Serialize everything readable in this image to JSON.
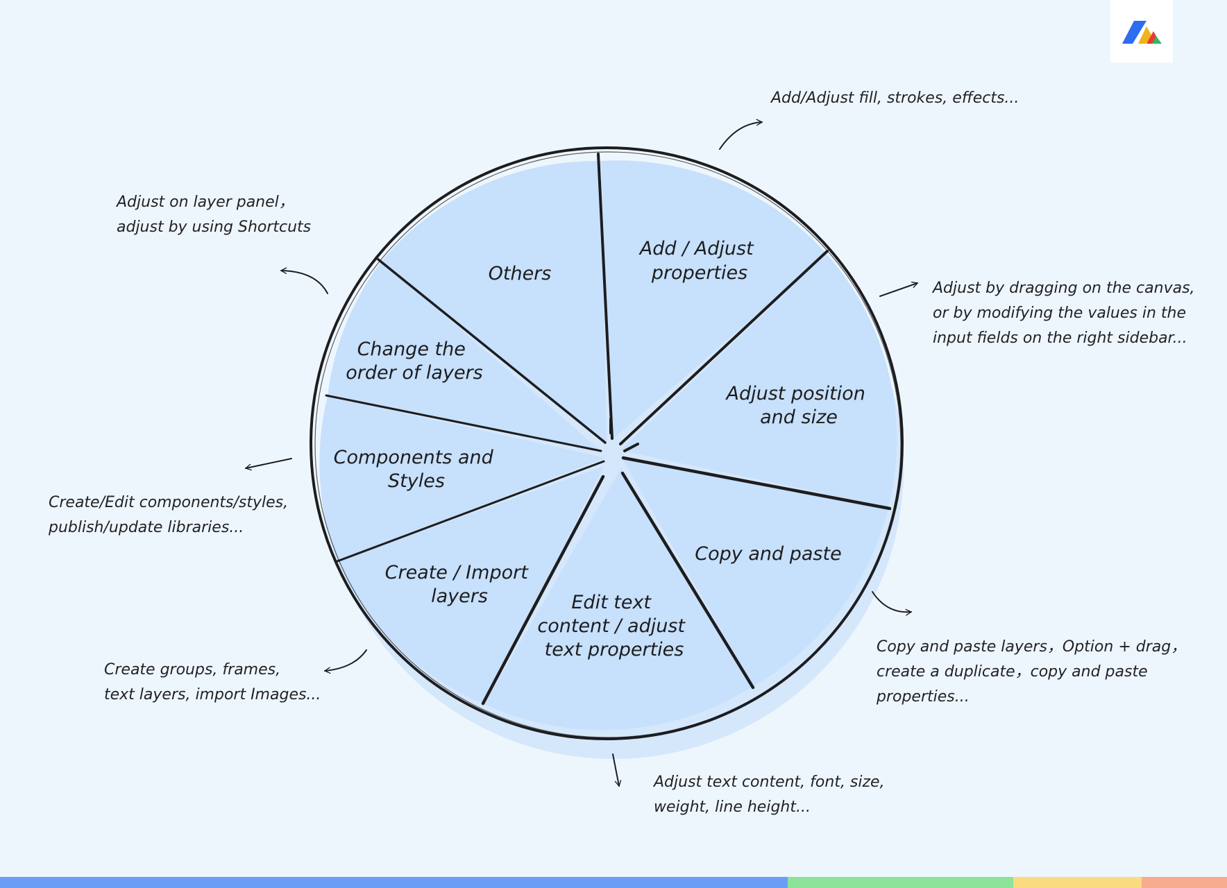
{
  "diagram": {
    "segments": [
      {
        "id": "add-adjust-properties",
        "lines": [
          "Add / Adjust",
          "properties"
        ]
      },
      {
        "id": "adjust-position-size",
        "lines": [
          "Adjust position",
          "and size"
        ]
      },
      {
        "id": "copy-paste",
        "lines": [
          "Copy and paste"
        ]
      },
      {
        "id": "edit-text",
        "lines": [
          "Edit text",
          "content / adjust",
          "text properties"
        ]
      },
      {
        "id": "create-import-layers",
        "lines": [
          "Create / Import",
          "layers"
        ]
      },
      {
        "id": "components-styles",
        "lines": [
          "Components and",
          "Styles"
        ]
      },
      {
        "id": "change-order-layers",
        "lines": [
          "Change the",
          "order of layers"
        ]
      },
      {
        "id": "others",
        "lines": [
          "Others"
        ]
      }
    ],
    "notes": [
      {
        "id": "fill-strokes",
        "lines": [
          "Add/Adjust fill, strokes, effects..."
        ]
      },
      {
        "id": "dragging-canvas",
        "lines": [
          "Adjust by dragging on the canvas,",
          "or by modifying the values in the",
          "input fields on the right sidebar..."
        ]
      },
      {
        "id": "copy-paste-layers",
        "lines": [
          "Copy and paste layers，Option + drag，",
          "create a duplicate，copy and paste",
          "properties..."
        ]
      },
      {
        "id": "text-font",
        "lines": [
          "Adjust text content, font, size,",
          "weight, line height..."
        ]
      },
      {
        "id": "groups-frames",
        "lines": [
          "Create groups, frames,",
          "text layers, import Images..."
        ]
      },
      {
        "id": "components-libraries",
        "lines": [
          "Create/Edit components/styles,",
          "publish/update libraries..."
        ]
      },
      {
        "id": "layer-panel",
        "lines": [
          "Adjust on layer panel，",
          "adjust by using Shortcuts"
        ]
      }
    ]
  },
  "colors": {
    "background": "#eef6fd",
    "segment_fill": "#c7e0fb",
    "segment_shadow": "#d5e7fb",
    "outline": "#1d1d1f",
    "bottom_bar": [
      "#6a9ef6",
      "#8ce39a",
      "#fbdb80",
      "#f7ac90"
    ]
  },
  "logo": {
    "icon": "tripeak-logo-icon",
    "colors": [
      "#2e6cf0",
      "#f2b21e",
      "#e83a34",
      "#2fb865"
    ]
  }
}
